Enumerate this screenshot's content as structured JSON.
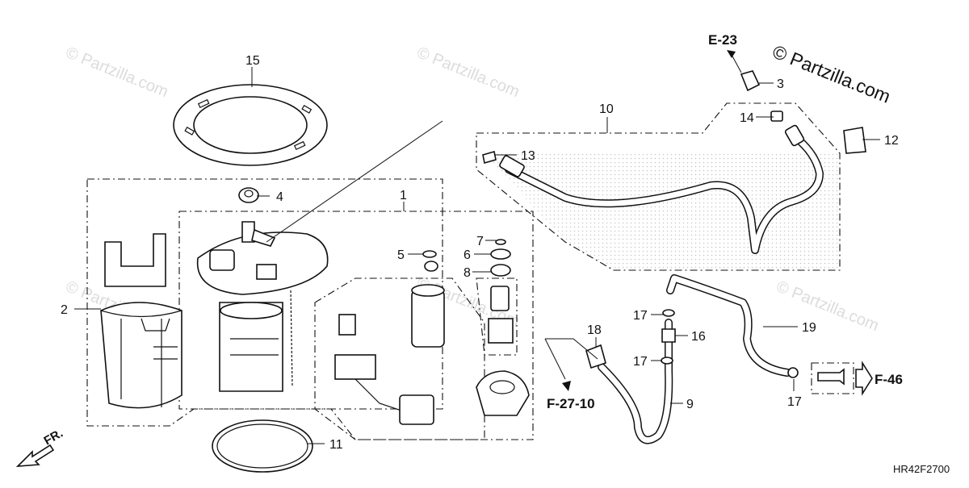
{
  "watermark": "© Partzilla.com",
  "brand": "© Partzilla.com",
  "diagram_code": "HR42F2700",
  "front_label": "FR.",
  "refs": {
    "e23": "E-23",
    "f2710": "F-27-10",
    "f46": "F-46"
  },
  "callouts": [
    "1",
    "2",
    "3",
    "4",
    "5",
    "6",
    "7",
    "8",
    "9",
    "10",
    "11",
    "12",
    "13",
    "14",
    "15",
    "16",
    "17",
    "17",
    "17",
    "18",
    "19"
  ]
}
